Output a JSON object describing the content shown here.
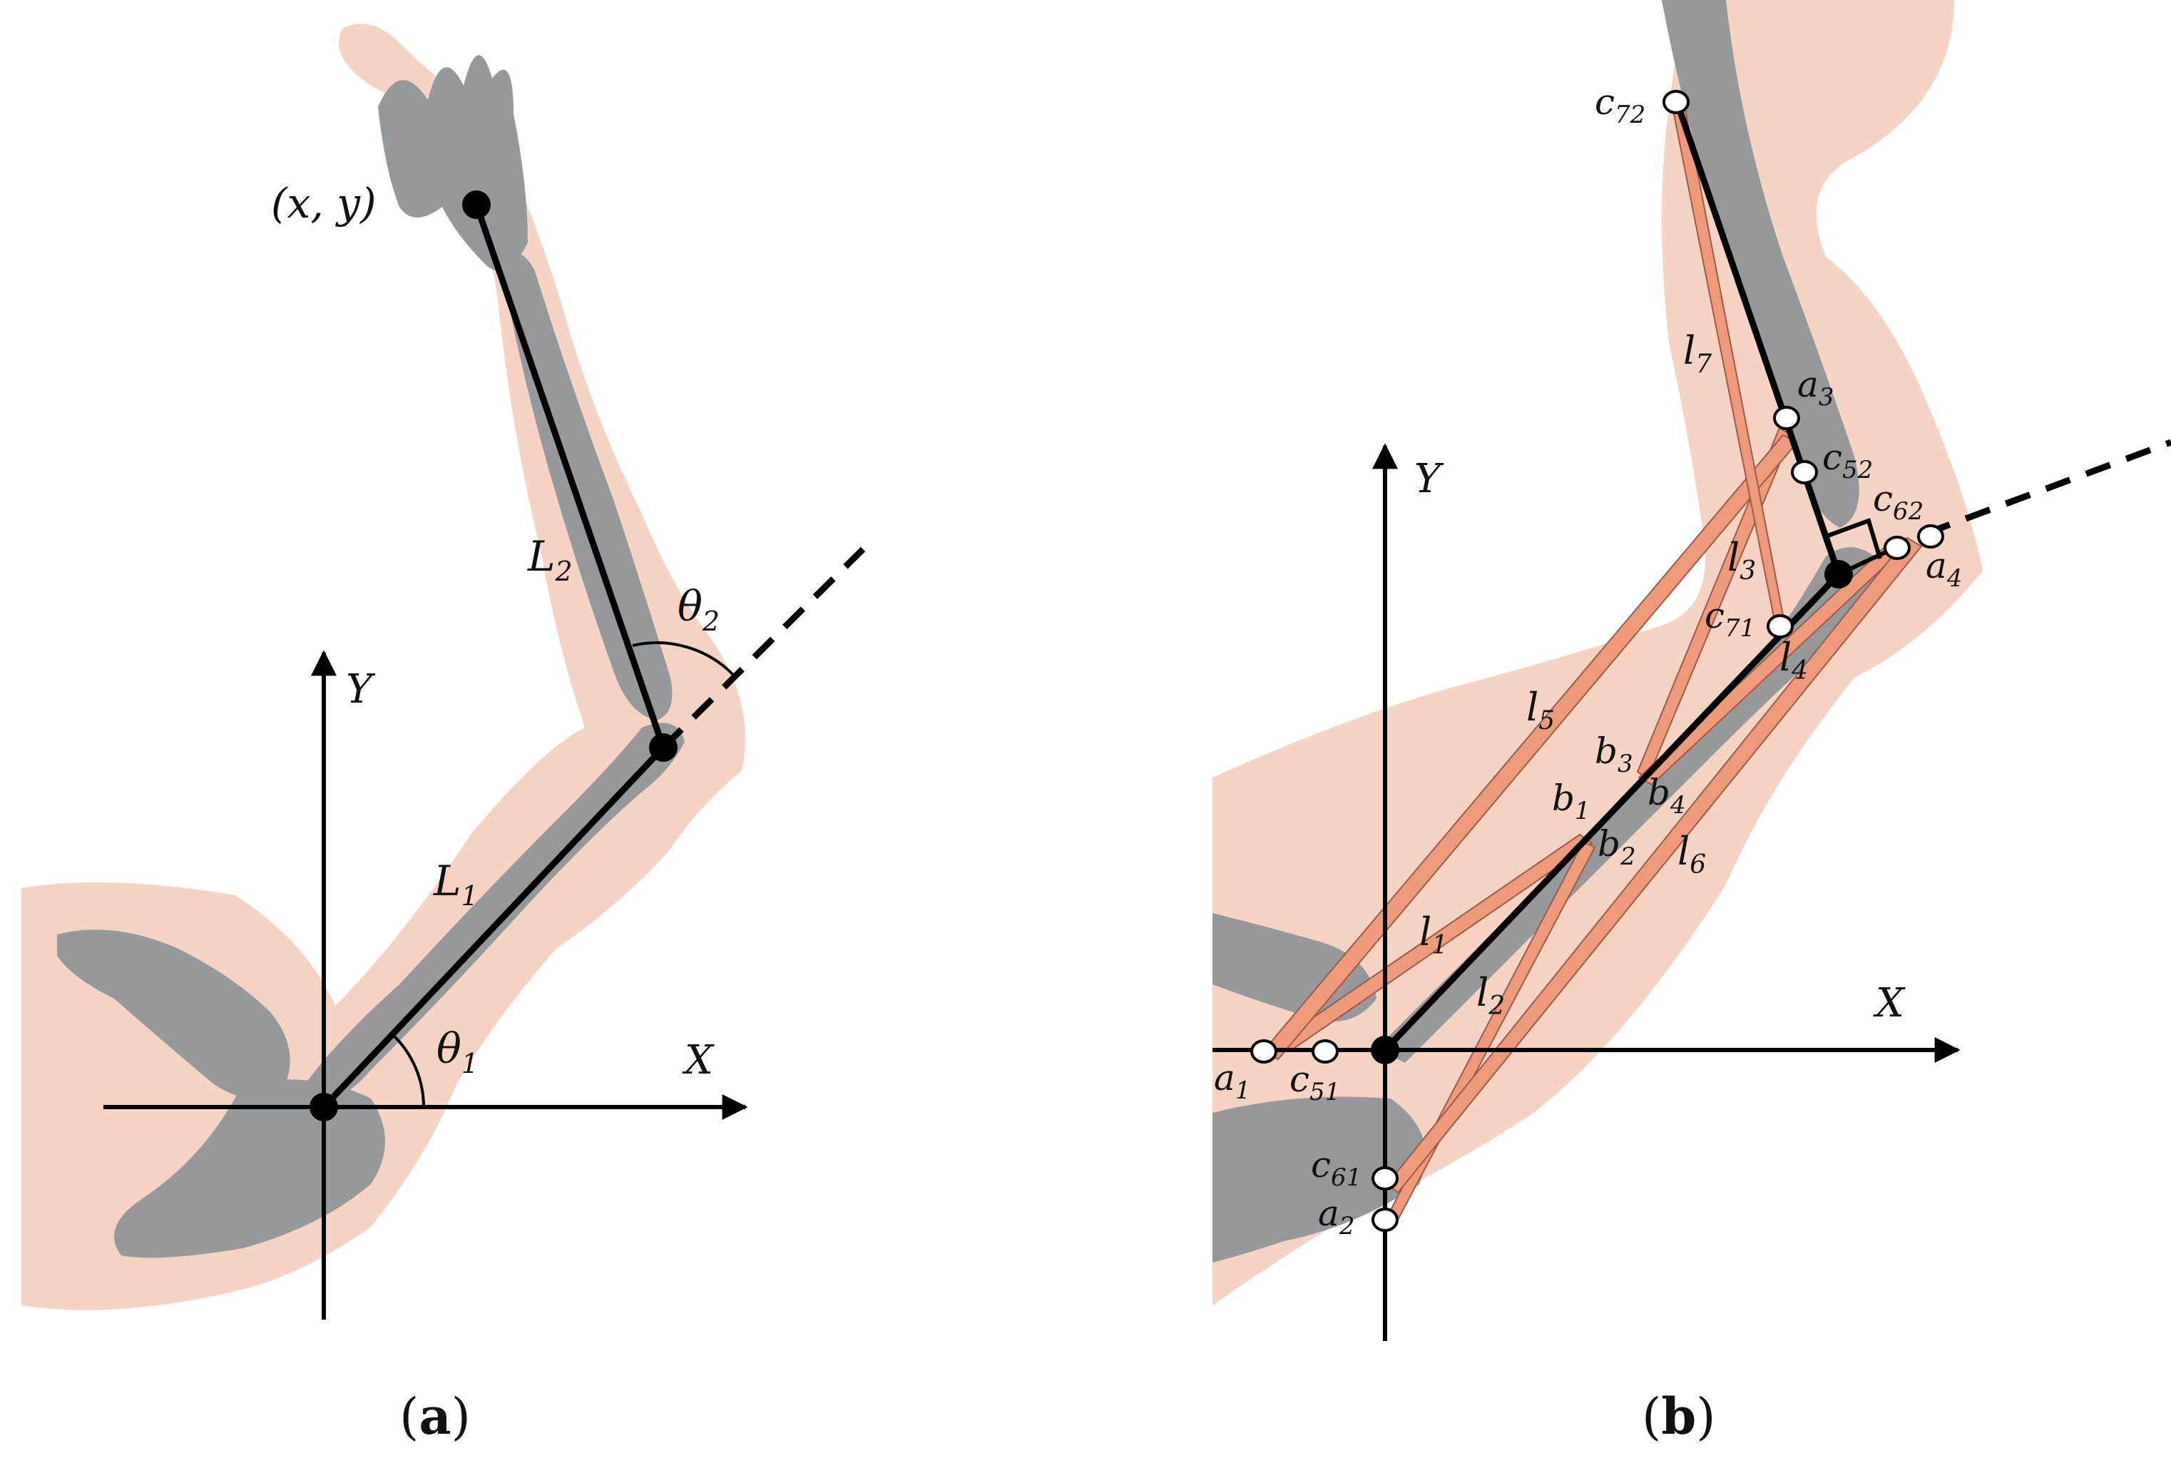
{
  "panel_a": {
    "point_label": "(x, y)",
    "axis_y": "Y",
    "axis_x": "X",
    "link1": {
      "base": "L",
      "sub": "1"
    },
    "link2": {
      "base": "L",
      "sub": "2"
    },
    "angle1": {
      "base": "θ",
      "sub": "1"
    },
    "angle2": {
      "base": "θ",
      "sub": "2"
    },
    "caption": {
      "open": "(",
      "letter": "a",
      "close": ")"
    }
  },
  "panel_b": {
    "axis_y": "Y",
    "axis_x": "X",
    "points": [
      {
        "base": "a",
        "sub": "1"
      },
      {
        "base": "c",
        "sub": "51"
      },
      {
        "base": "c",
        "sub": "61"
      },
      {
        "base": "a",
        "sub": "2"
      },
      {
        "base": "a",
        "sub": "3"
      },
      {
        "base": "c",
        "sub": "52"
      },
      {
        "base": "c",
        "sub": "62"
      },
      {
        "base": "a",
        "sub": "4"
      },
      {
        "base": "c",
        "sub": "71"
      },
      {
        "base": "c",
        "sub": "72"
      },
      {
        "base": "b",
        "sub": "1"
      },
      {
        "base": "b",
        "sub": "2"
      },
      {
        "base": "b",
        "sub": "3"
      },
      {
        "base": "b",
        "sub": "4"
      }
    ],
    "muscles": [
      {
        "base": "l",
        "sub": "1"
      },
      {
        "base": "l",
        "sub": "2"
      },
      {
        "base": "l",
        "sub": "3"
      },
      {
        "base": "l",
        "sub": "4"
      },
      {
        "base": "l",
        "sub": "5"
      },
      {
        "base": "l",
        "sub": "6"
      },
      {
        "base": "l",
        "sub": "7"
      }
    ],
    "caption": {
      "open": "(",
      "letter": "b",
      "close": ")"
    }
  },
  "colors": {
    "skin": "#f7d3c3",
    "bone": "#95999c",
    "muscle": "#f09a7c",
    "line": "#000000"
  }
}
